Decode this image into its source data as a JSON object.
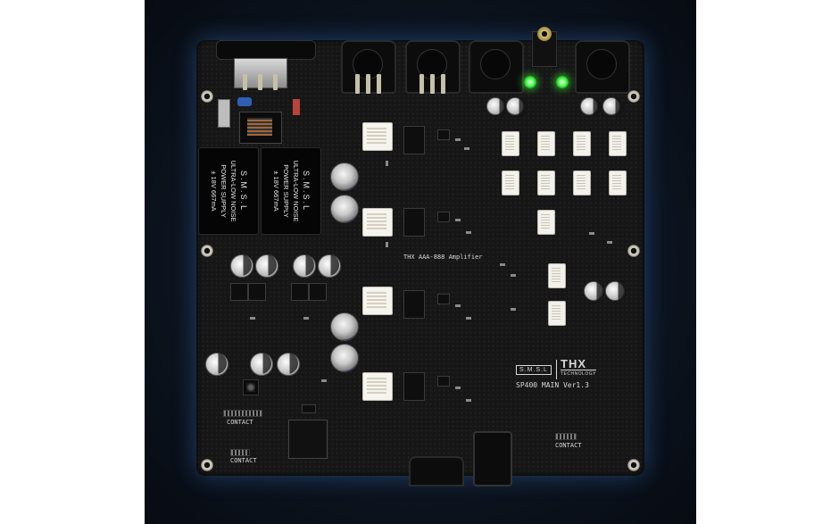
{
  "photo": {
    "subject": "",
    "brand_logo": "S.M.S.L",
    "thx_logo": "THX",
    "thx_sub": "TECHNOLOGY",
    "board_version": "SP400 MAIN Ver1.3",
    "amp_label": "THX AAA-888 Amplifier",
    "psu_units": [
      {
        "brand": "S.M.S.L",
        "line1": "ULTRA-LOW NOISE",
        "line2": "POWER SUPPLY",
        "line3": "± 18V 667mA"
      },
      {
        "brand": "S.M.S.L",
        "line1": "ULTRA-LOW NOISE",
        "line2": "POWER SUPPLY",
        "line3": "± 18V 667mA"
      }
    ],
    "contact_labels": [
      "CONTACT",
      "CONTACT",
      "CONTACT"
    ],
    "colors": {
      "backdrop": "#0d1521",
      "board": "#161616",
      "glow": "#3c78c8",
      "led": "#3dff3d",
      "silkscreen": "#d8d8d8"
    }
  }
}
